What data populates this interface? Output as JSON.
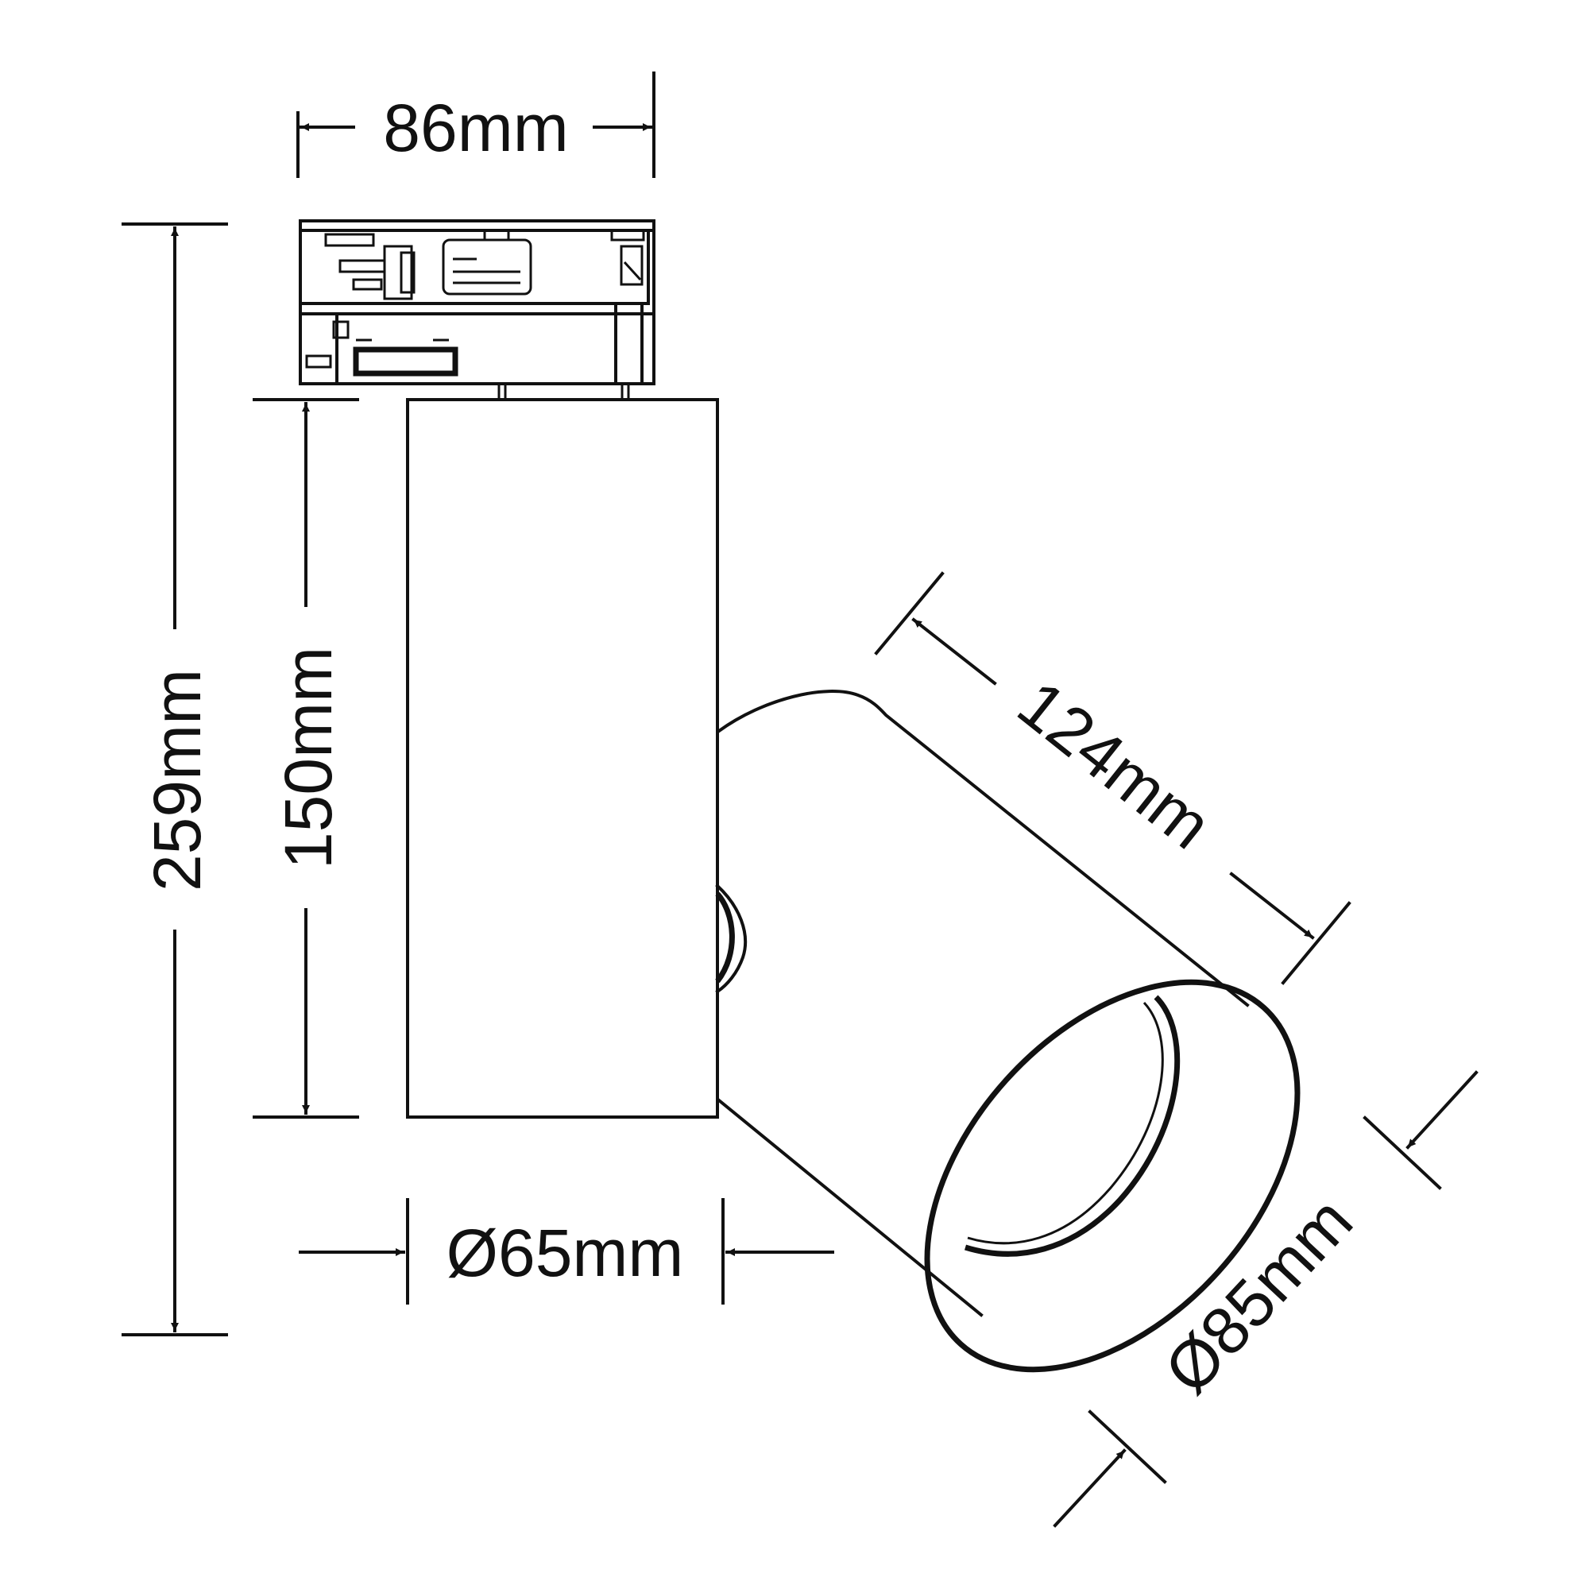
{
  "dimensions": {
    "adapter_width": "86mm",
    "total_height": "259mm",
    "body_height": "150mm",
    "body_diameter": "Ø65mm",
    "head_length": "124mm",
    "head_diameter": "Ø85mm"
  }
}
